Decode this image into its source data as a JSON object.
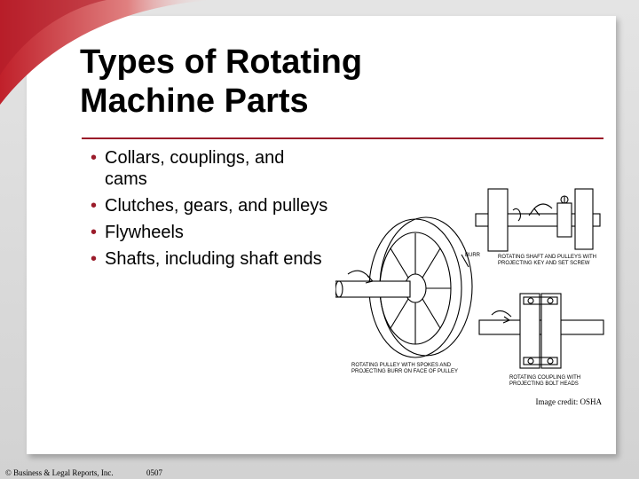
{
  "slide": {
    "title_line1": "Types of Rotating",
    "title_line2": "Machine Parts",
    "bullets": [
      "Collars, couplings, and cams",
      "Clutches, gears, and pulleys",
      "Flywheels",
      "Shafts, including shaft ends"
    ],
    "accent_color": "#9b1b2a"
  },
  "figure": {
    "label_burr": "BURR",
    "caption_top_right_line1": "ROTATING SHAFT AND PULLEYS WITH",
    "caption_top_right_line2": "PROJECTING KEY AND SET SCREW",
    "caption_pulley_line1": "ROTATING PULLEY WITH SPOKES AND",
    "caption_pulley_line2": "PROJECTING BURR ON FACE OF PULLEY",
    "caption_coupling_line1": "ROTATING COUPLING WITH",
    "caption_coupling_line2": "PROJECTING BOLT HEADS",
    "credit": "Image credit: OSHA"
  },
  "footer": {
    "copyright": "© Business & Legal Reports, Inc.",
    "code": "0507"
  }
}
